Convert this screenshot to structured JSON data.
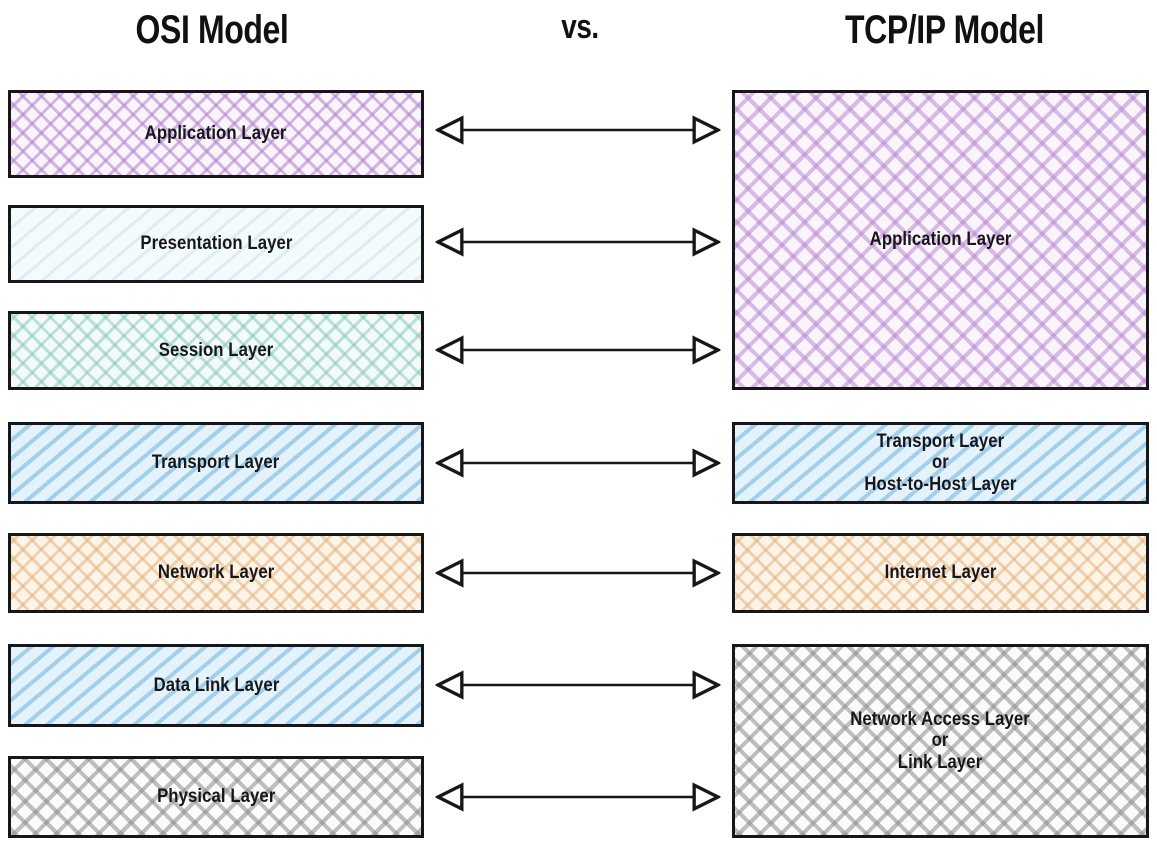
{
  "headers": {
    "left": "OSI Model",
    "middle": "vs.",
    "right": "TCP/IP Model"
  },
  "colors": {
    "stroke": "#17171b",
    "purple": "#b27ed0",
    "teal": "#80c0b9",
    "blue": "#78b7df",
    "pale_blue": "#aacddb",
    "orange": "#e2b07a",
    "gray": "#8c8c8f",
    "background": "#ffffff"
  },
  "osi": {
    "title": "OSI Model",
    "layers": [
      {
        "name": "Application Layer",
        "fill": "#fbf4fa",
        "pattern": "crosshatch",
        "accent": "#b27ed0"
      },
      {
        "name": "Presentation Layer",
        "fill": "#f4fbfd",
        "pattern": "diagonal",
        "accent": "#aacddb"
      },
      {
        "name": "Session Layer",
        "fill": "#f2fbf9",
        "pattern": "crosshatch",
        "accent": "#80c0b9"
      },
      {
        "name": "Transport Layer",
        "fill": "#e4f3fb",
        "pattern": "diagonal",
        "accent": "#78b7df"
      },
      {
        "name": "Network Layer",
        "fill": "#fdf4e8",
        "pattern": "crosshatch",
        "accent": "#e2b07a"
      },
      {
        "name": "Data Link Layer",
        "fill": "#e4f3fb",
        "pattern": "diagonal",
        "accent": "#78b7df"
      },
      {
        "name": "Physical Layer",
        "fill": "#fbfbfb",
        "pattern": "crosshatch",
        "accent": "#8c8c8f"
      }
    ]
  },
  "tcpip": {
    "title": "TCP/IP Model",
    "layers": [
      {
        "name": "Application Layer",
        "fill": "#fbf4fa",
        "pattern": "crosshatch",
        "accent": "#b27ed0",
        "spans": 3
      },
      {
        "name": "Transport Layer\nor\nHost-to-Host Layer",
        "fill": "#e4f3fb",
        "pattern": "diagonal",
        "accent": "#78b7df",
        "spans": 1
      },
      {
        "name": "Internet Layer",
        "fill": "#fdf4e8",
        "pattern": "crosshatch",
        "accent": "#e2b07a",
        "spans": 1
      },
      {
        "name": "Network Access Layer\nor\nLink Layer",
        "fill": "#fbfbfb",
        "pattern": "crosshatch",
        "accent": "#8c8c8f",
        "spans": 2
      }
    ]
  },
  "connectors": {
    "count": 7,
    "style": "double-headed-open-arrow",
    "rows": [
      "Application Layer",
      "Presentation Layer",
      "Session Layer",
      "Transport Layer",
      "Network Layer",
      "Data Link Layer",
      "Physical Layer"
    ]
  }
}
